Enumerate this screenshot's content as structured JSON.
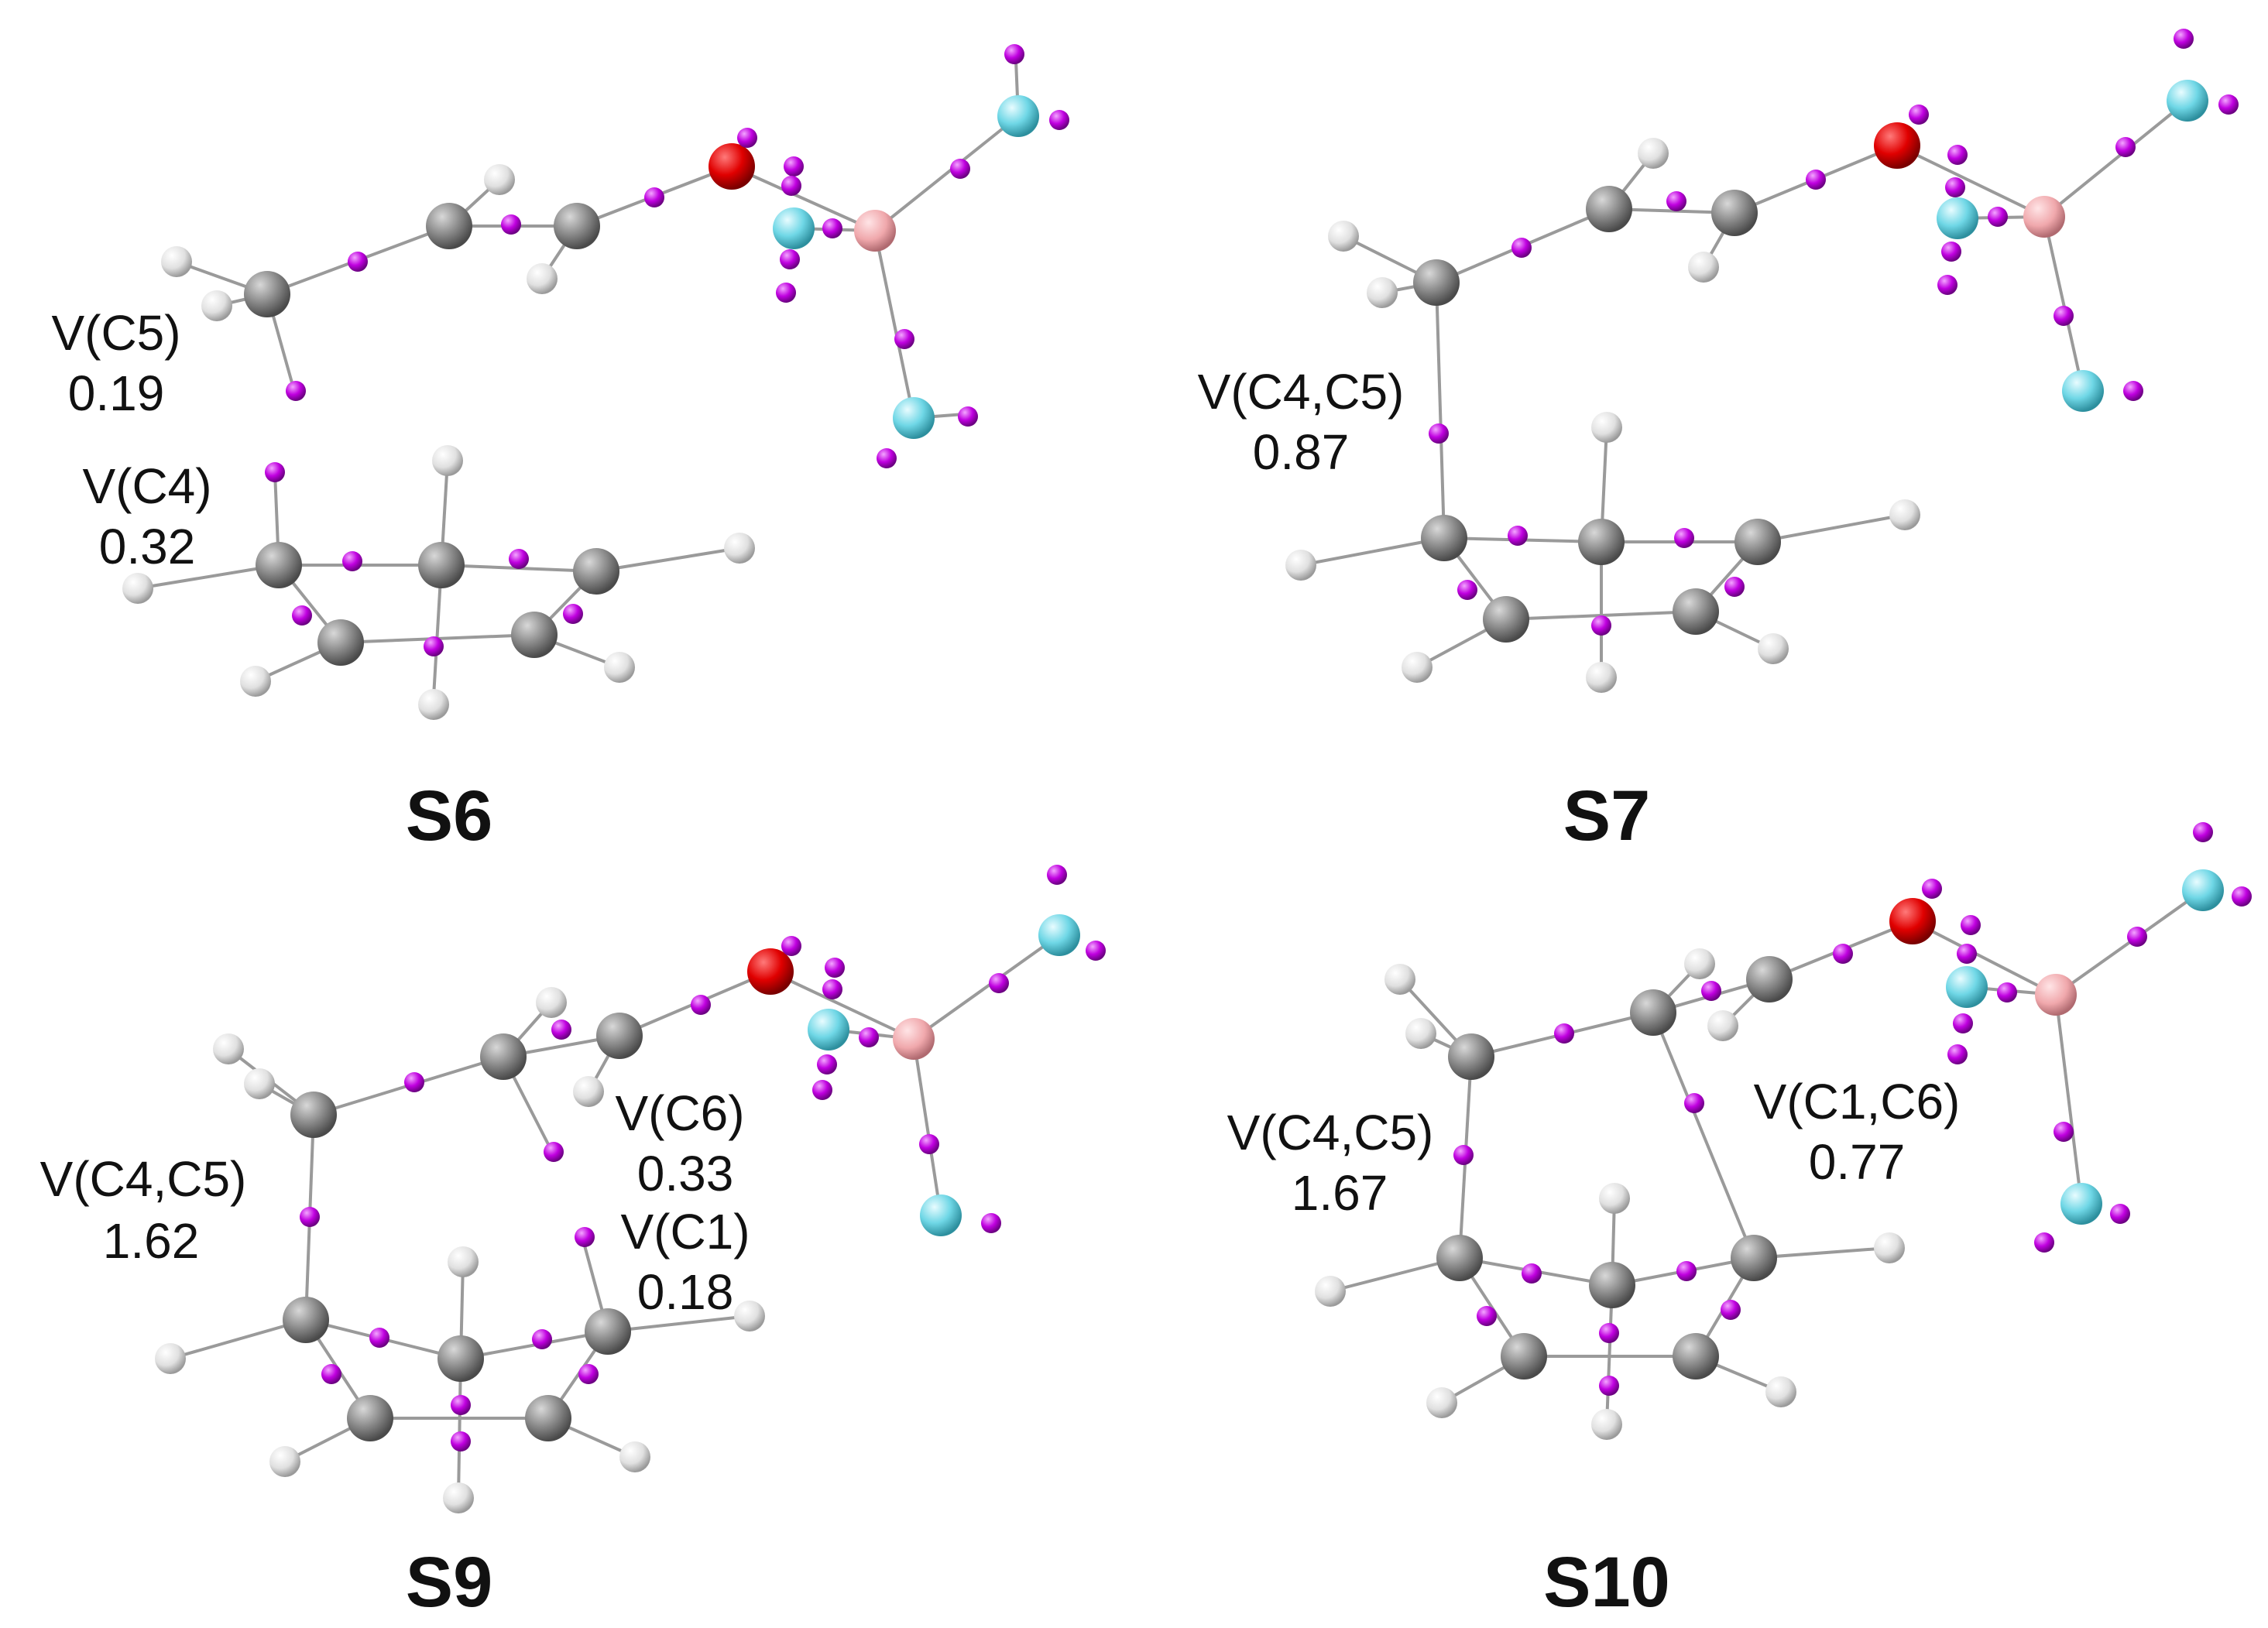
{
  "colors": {
    "carbon": "#8a8a8a",
    "hydrogen": "#e6e6e6",
    "oxygen": "#e00000",
    "boron": "#f0a8ac",
    "fluorine": "#6fd7e6",
    "basin": "#c000e0",
    "bond": "#9a9a9a"
  },
  "panels": [
    {
      "id": "S6",
      "name": "S6",
      "basins": [
        {
          "label": "V(C5)",
          "value": "0.19"
        },
        {
          "label": "V(C4)",
          "value": "0.32"
        }
      ]
    },
    {
      "id": "S7",
      "name": "S7",
      "basins": [
        {
          "label": "V(C4,C5)",
          "value": "0.87"
        }
      ]
    },
    {
      "id": "S9",
      "name": "S9",
      "basins": [
        {
          "label": "V(C4,C5)",
          "value": "1.62"
        },
        {
          "label": "V(C6)",
          "value": "0.33"
        },
        {
          "label": "V(C1)",
          "value": "0.18"
        }
      ]
    },
    {
      "id": "S10",
      "name": "S10",
      "basins": [
        {
          "label": "V(C4,C5)",
          "value": "1.67"
        },
        {
          "label": "V(C1,C6)",
          "value": "0.77"
        }
      ]
    }
  ]
}
